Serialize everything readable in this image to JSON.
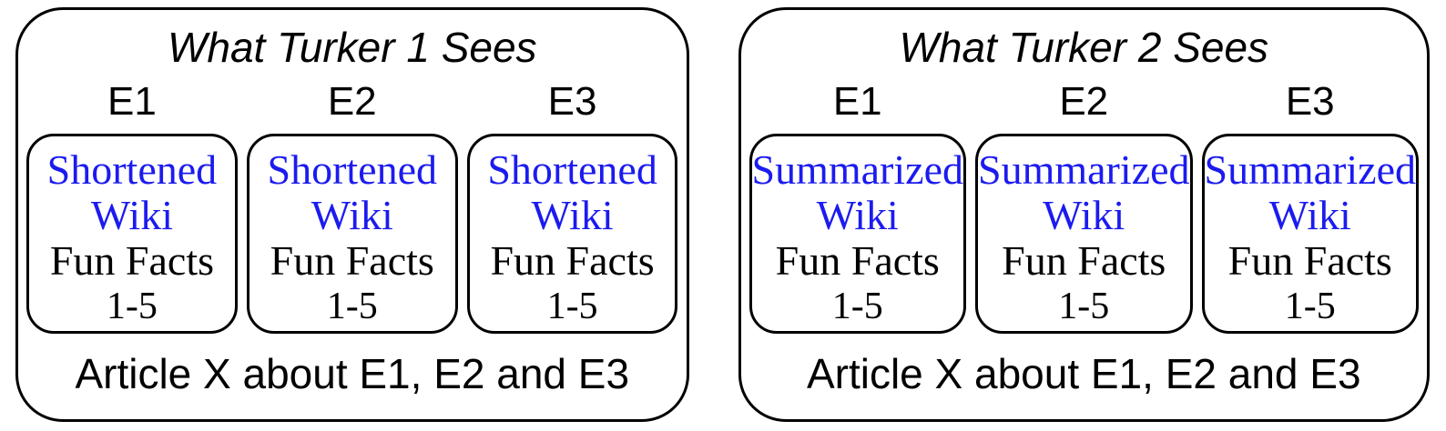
{
  "diagram": {
    "panels": [
      {
        "title": "What Turker 1 Sees",
        "footer": "Article X about E1, E2 and E3",
        "columns": [
          {
            "label": "E1",
            "wiki_line1": "Shortened",
            "wiki_line2": "Wiki",
            "facts": "Fun Facts",
            "range": "1-5"
          },
          {
            "label": "E2",
            "wiki_line1": "Shortened",
            "wiki_line2": "Wiki",
            "facts": "Fun Facts",
            "range": "1-5"
          },
          {
            "label": "E3",
            "wiki_line1": "Shortened",
            "wiki_line2": "Wiki",
            "facts": "Fun Facts",
            "range": "1-5"
          }
        ]
      },
      {
        "title": "What Turker 2 Sees",
        "footer": "Article X about E1, E2 and E3",
        "columns": [
          {
            "label": "E1",
            "wiki_line1": "Summarized",
            "wiki_line2": "Wiki",
            "facts": "Fun Facts",
            "range": "1-5"
          },
          {
            "label": "E2",
            "wiki_line1": "Summarized",
            "wiki_line2": "Wiki",
            "facts": "Fun Facts",
            "range": "1-5"
          },
          {
            "label": "E3",
            "wiki_line1": "Summarized",
            "wiki_line2": "Wiki",
            "facts": "Fun Facts",
            "range": "1-5"
          }
        ]
      }
    ],
    "colors": {
      "wiki_text_blue": "#1b1bef",
      "diagram_text_black": "#000000",
      "border_black": "#000000",
      "background_white": "#ffffff"
    }
  }
}
